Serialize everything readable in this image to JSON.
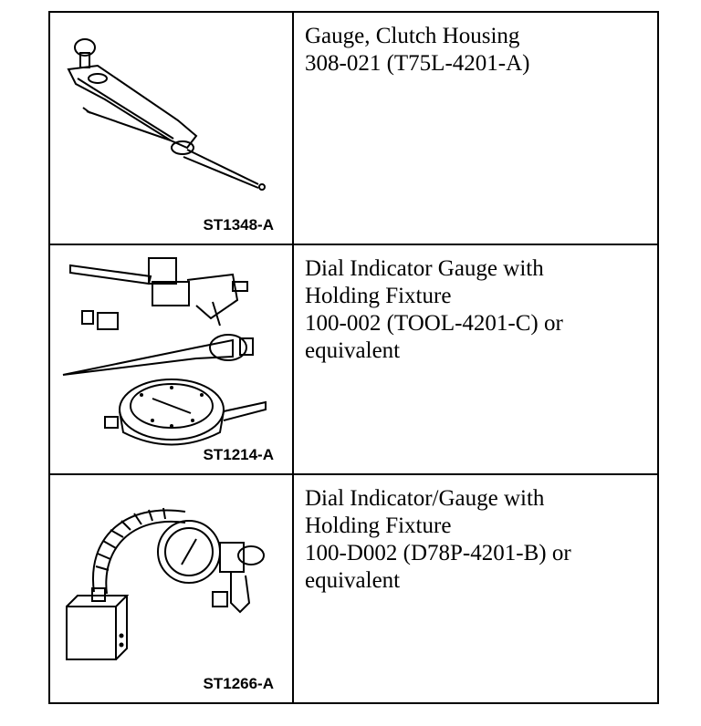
{
  "rows": [
    {
      "code": "ST1348-A",
      "lines": [
        "Gauge, Clutch Housing",
        "308-021 (T75L-4201-A)"
      ],
      "icon": "clutch-housing-gauge-icon"
    },
    {
      "code": "ST1214-A",
      "lines": [
        "Dial Indicator Gauge with",
        "Holding Fixture",
        "100-002 (TOOL-4201-C) or",
        "equivalent"
      ],
      "icon": "dial-indicator-fixture-icon"
    },
    {
      "code": "ST1266-A",
      "lines": [
        "Dial Indicator/Gauge with",
        "Holding Fixture",
        "100-D002 (D78P-4201-B) or",
        "equivalent"
      ],
      "icon": "magnetic-base-dial-indicator-icon"
    }
  ]
}
